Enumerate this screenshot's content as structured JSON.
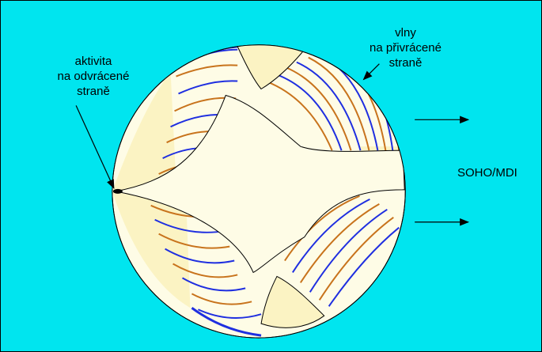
{
  "labels": {
    "far_side": [
      "aktivita",
      "na odvrácené",
      "straně"
    ],
    "near_side": [
      "vlny",
      "na přivrácené",
      "straně"
    ],
    "instrument": "SOHO/MDI"
  },
  "colors": {
    "background": "#00e5ef",
    "sun_disk": "#fefce6",
    "sun_shade": "#fbf3c3",
    "wave_blue": "#1f2fe0",
    "wave_orange": "#c8731c",
    "outline": "#000000"
  }
}
